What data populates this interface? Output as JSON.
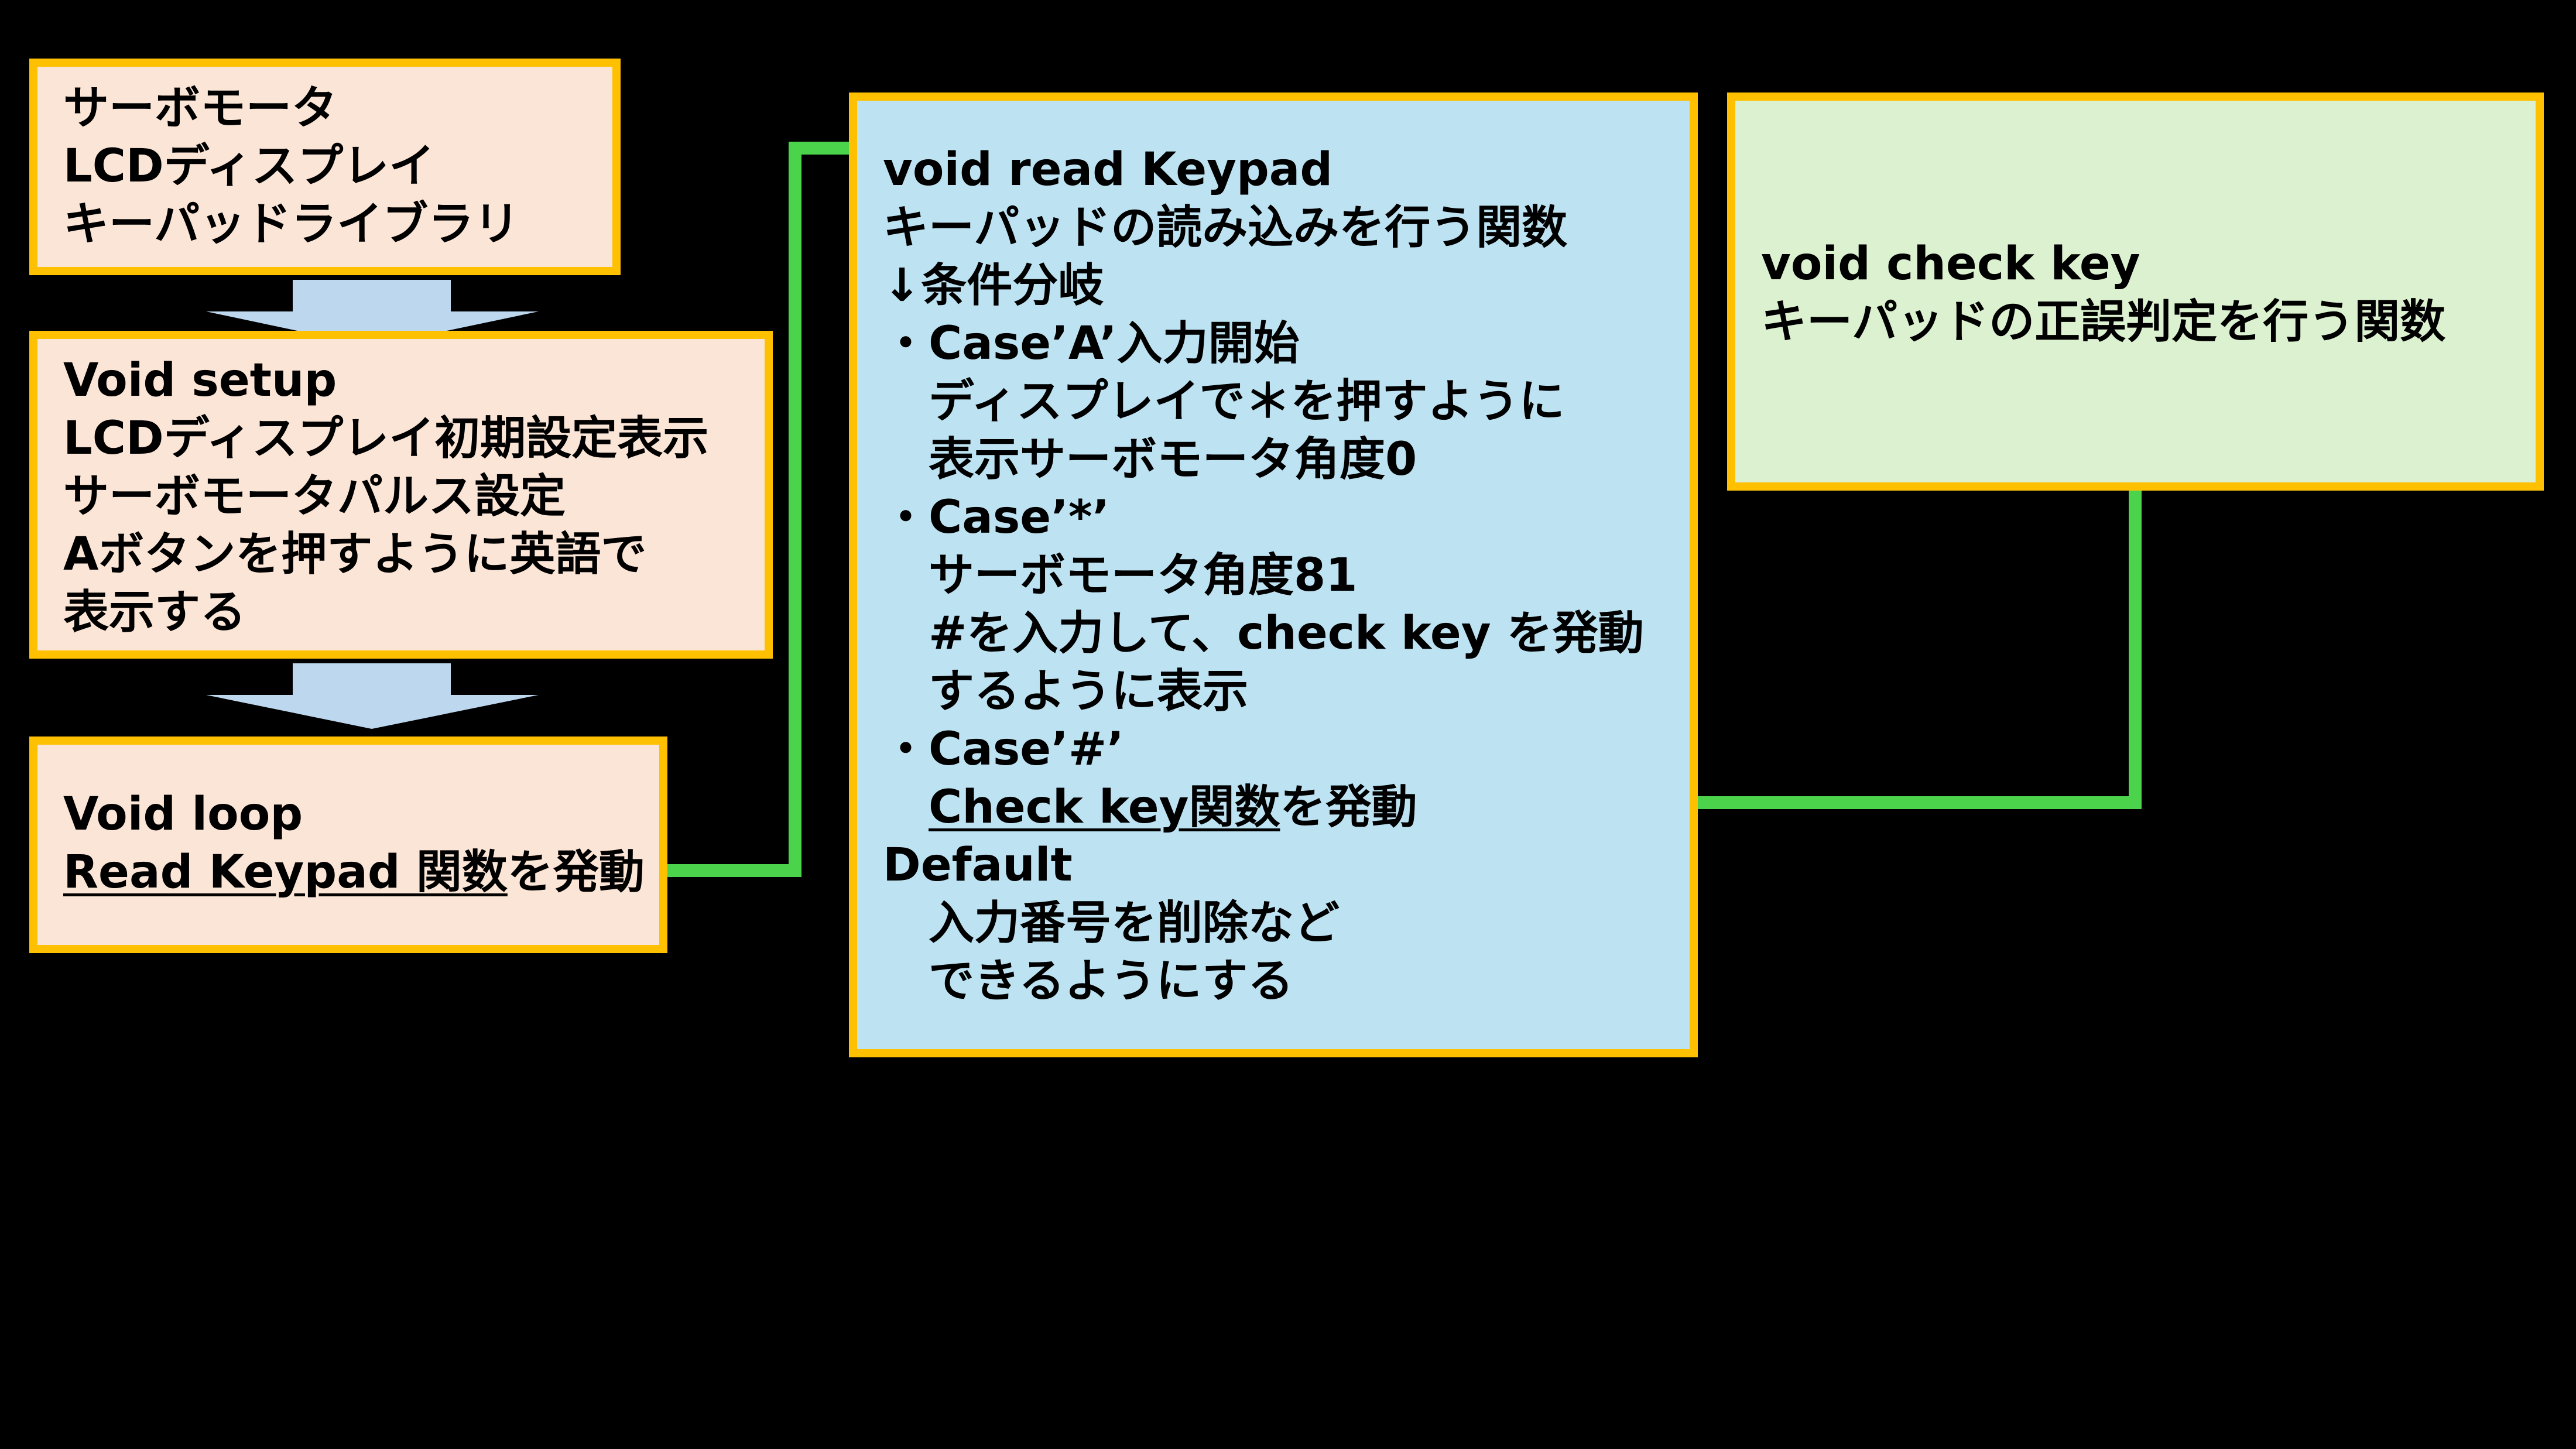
{
  "boxes": {
    "libs": {
      "lines": [
        "サーボモータ",
        "LCDディスプレイ",
        "キーパッドライブラリ"
      ]
    },
    "setup": {
      "lines": [
        "Void setup",
        "LCDディスプレイ初期設定表示",
        "サーボモータパルス設定",
        "Aボタンを押すように英語で",
        "表示する"
      ]
    },
    "loop": {
      "title": "Void loop",
      "call_link": "Read Keypad 関数",
      "call_suffix": "を発動"
    },
    "read_keypad": {
      "l1": "void read Keypad",
      "l2": "キーパッドの読み込みを行う関数",
      "l3": "↓条件分岐",
      "l4": "・Case’A’入力開始",
      "l5": "　ディスプレイで＊を押すように",
      "l6": "　表示サーボモータ角度0",
      "l7": "・Case’*’",
      "l8": "　サーボモータ角度81",
      "l9": "　#を入力して、check key を発動",
      "l10": "　するように表示",
      "l11": "・Case’#’",
      "l12_indent": "　",
      "l12_link": "Check key関数",
      "l12_suffix": "を発動",
      "l13": "Default",
      "l14": "　入力番号を削除など",
      "l15": "　できるようにする"
    },
    "check_key": {
      "lines": [
        "void check key",
        "キーパッドの正誤判定を行う関数"
      ]
    }
  },
  "colors": {
    "background": "#000000",
    "border": "#FFC000",
    "salmon_fill": "#FBE5D6",
    "blue_fill": "#BDE3F3",
    "green_fill": "#DBF1CF",
    "connector": "#4CD34C",
    "flow_arrow": "#BDD7EE"
  }
}
